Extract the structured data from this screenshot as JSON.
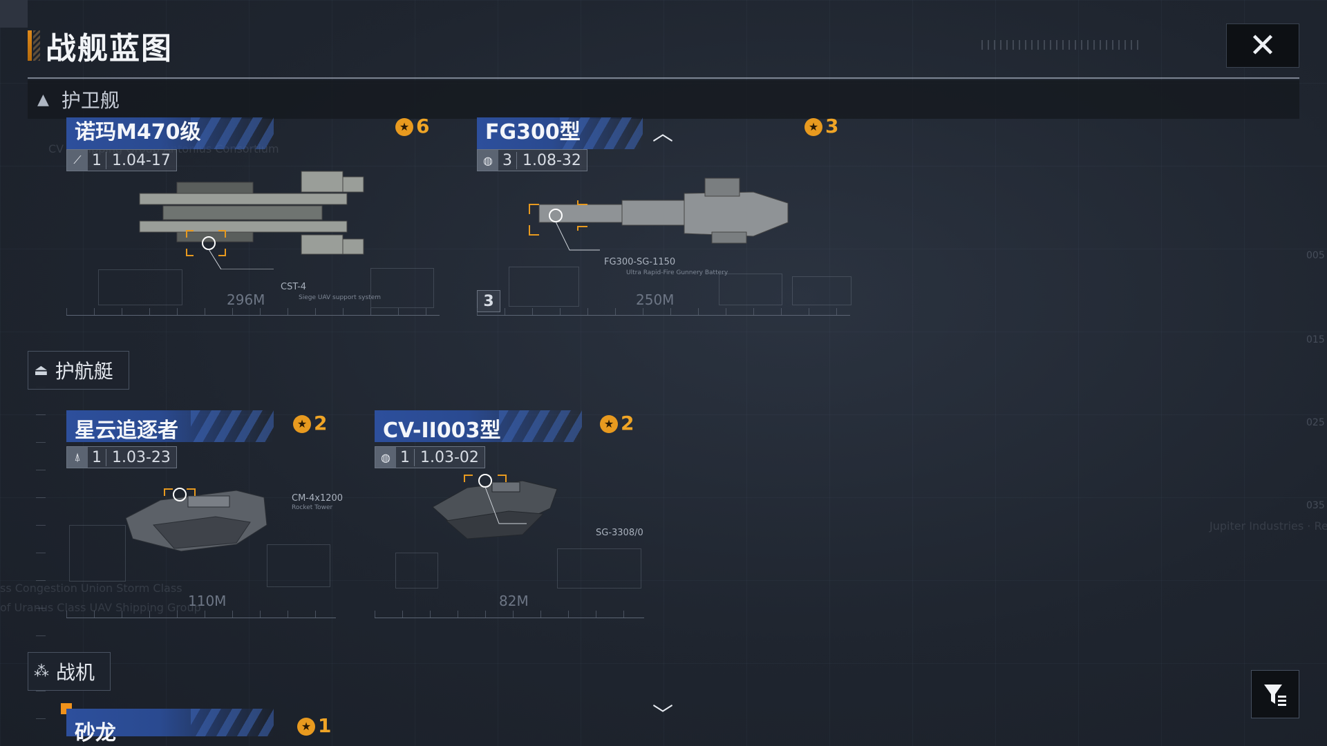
{
  "header": {
    "title": "战舰蓝图",
    "close_icon": "close-icon"
  },
  "category_bar": {
    "label": "护卫舰",
    "arrow_icon": "triangle-up-icon"
  },
  "sections": {
    "escort": {
      "label": "护航艇",
      "icon": "escort-ship-icon"
    },
    "fighter": {
      "label": "战机",
      "icon": "fighter-squad-icon"
    }
  },
  "ships": [
    {
      "name": "诺玛M470级",
      "count": "6",
      "stat_icon": "faction-icon",
      "tier": "1",
      "version": "1.04-17",
      "part": "CST-4",
      "part_desc": "Siege UAV support system",
      "length": "296M"
    },
    {
      "name": "FG300型",
      "count": "3",
      "stat_icon": "globe-icon",
      "tier": "3",
      "version": "1.08-32",
      "part": "FG300-SG-1150",
      "part_desc": "Ultra Rapid-Fire Gunnery Battery",
      "length": "250M",
      "level_badge": "3"
    },
    {
      "name": "星云追逐者",
      "count": "2",
      "stat_icon": "ship-silhouette-icon",
      "tier": "1",
      "version": "1.03-23",
      "part": "CM-4x1200",
      "part_desc": "Rocket Tower",
      "length": "110M"
    },
    {
      "name": "CV-II003型",
      "count": "2",
      "stat_icon": "globe-icon",
      "tier": "1",
      "version": "1.03-02",
      "part": "SG-3308/0",
      "part_desc": "",
      "length": "82M"
    },
    {
      "name": "砂龙",
      "count": "1"
    }
  ],
  "controls": {
    "scroll_up_icon": "chevron-up-icon",
    "scroll_down_icon": "chevron-down-icon",
    "filter_icon": "filter-icon"
  },
  "colors": {
    "accent_orange": "#f0a526",
    "banner_blue": "#2d4f9c",
    "background": "#1f252f"
  }
}
